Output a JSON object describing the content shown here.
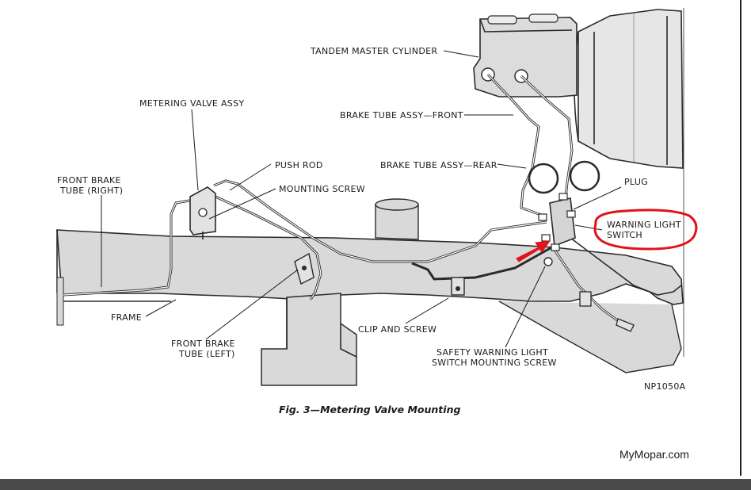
{
  "labels": {
    "tandem_master_cylinder": "TANDEM MASTER CYLINDER",
    "metering_valve_assy": "METERING VALVE ASSY",
    "brake_tube_front": "BRAKE TUBE ASSY—FRONT",
    "brake_tube_rear": "BRAKE TUBE ASSY—REAR",
    "front_brake_tube_right_1": "FRONT BRAKE",
    "front_brake_tube_right_2": "TUBE (RIGHT)",
    "push_rod": "PUSH ROD",
    "mounting_screw": "MOUNTING SCREW",
    "plug": "PLUG",
    "warning_light_switch_1": "WARNING LIGHT",
    "warning_light_switch_2": "SWITCH",
    "frame": "FRAME",
    "front_brake_tube_left_1": "FRONT BRAKE",
    "front_brake_tube_left_2": "TUBE (LEFT)",
    "clip_and_screw": "CLIP AND SCREW",
    "safety_switch_1": "SAFETY WARNING LIGHT",
    "safety_switch_2": "SWITCH MOUNTING SCREW",
    "part_number": "NP1050A"
  },
  "caption": "Fig. 3—Metering Valve Mounting",
  "watermark": "MyMopar.com",
  "colors": {
    "frame_fill": "#d9d9d9",
    "line": "#2a2a2a",
    "annotation_red": "#e0141b",
    "bottom_bar": "#4a4a4a"
  }
}
